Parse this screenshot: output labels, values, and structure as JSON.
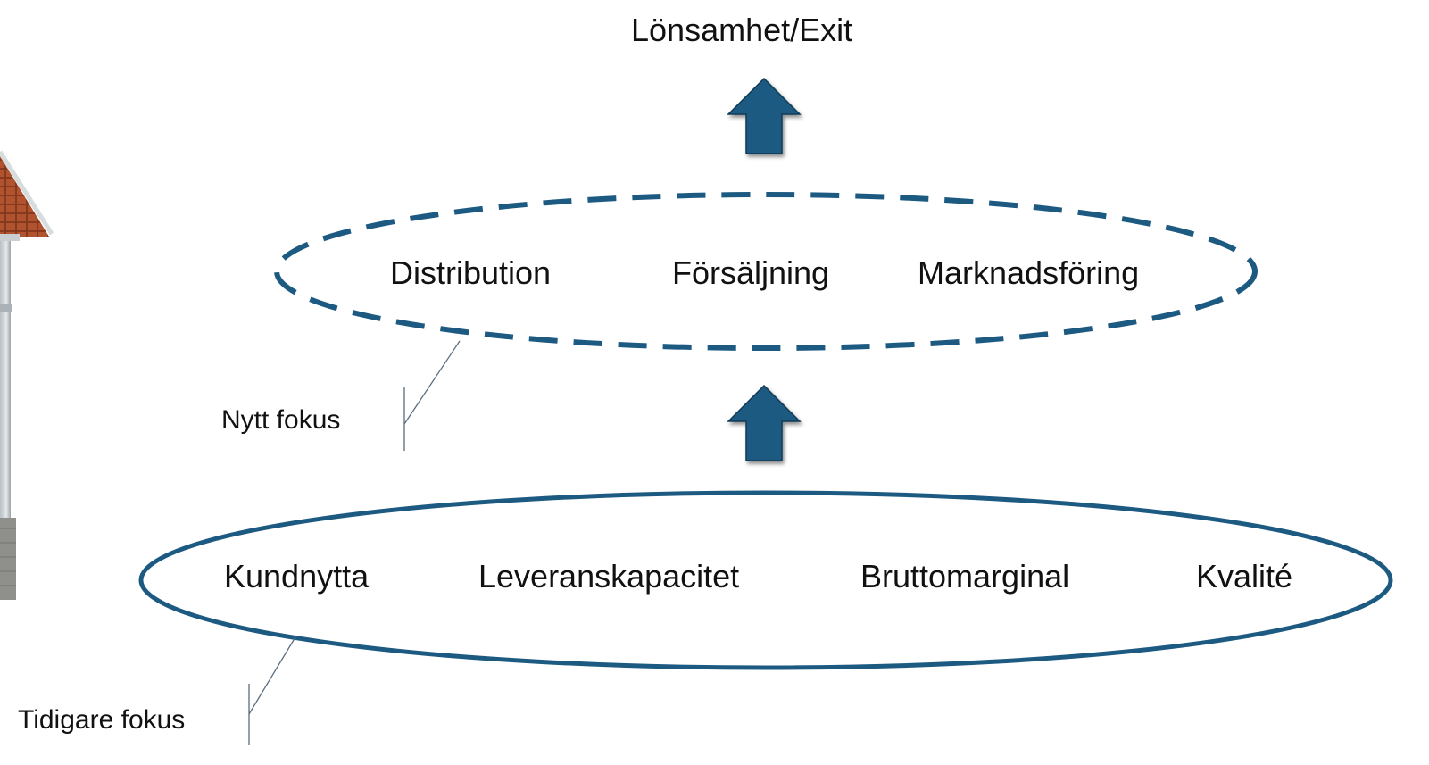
{
  "diagram": {
    "top_label": "Lönsamhet/Exit",
    "new_focus": {
      "callout": "Nytt fokus",
      "items": [
        "Distribution",
        "Försäljning",
        "Marknadsföring"
      ]
    },
    "previous_focus": {
      "callout": "Tidigare fokus",
      "items": [
        "Kundnytta",
        "Leveranskapacitet",
        "Bruttomarginal",
        "Kvalité"
      ]
    }
  },
  "colors": {
    "accent": "#1d5a82",
    "text": "#111111",
    "callout_line": "#5a6e80"
  }
}
